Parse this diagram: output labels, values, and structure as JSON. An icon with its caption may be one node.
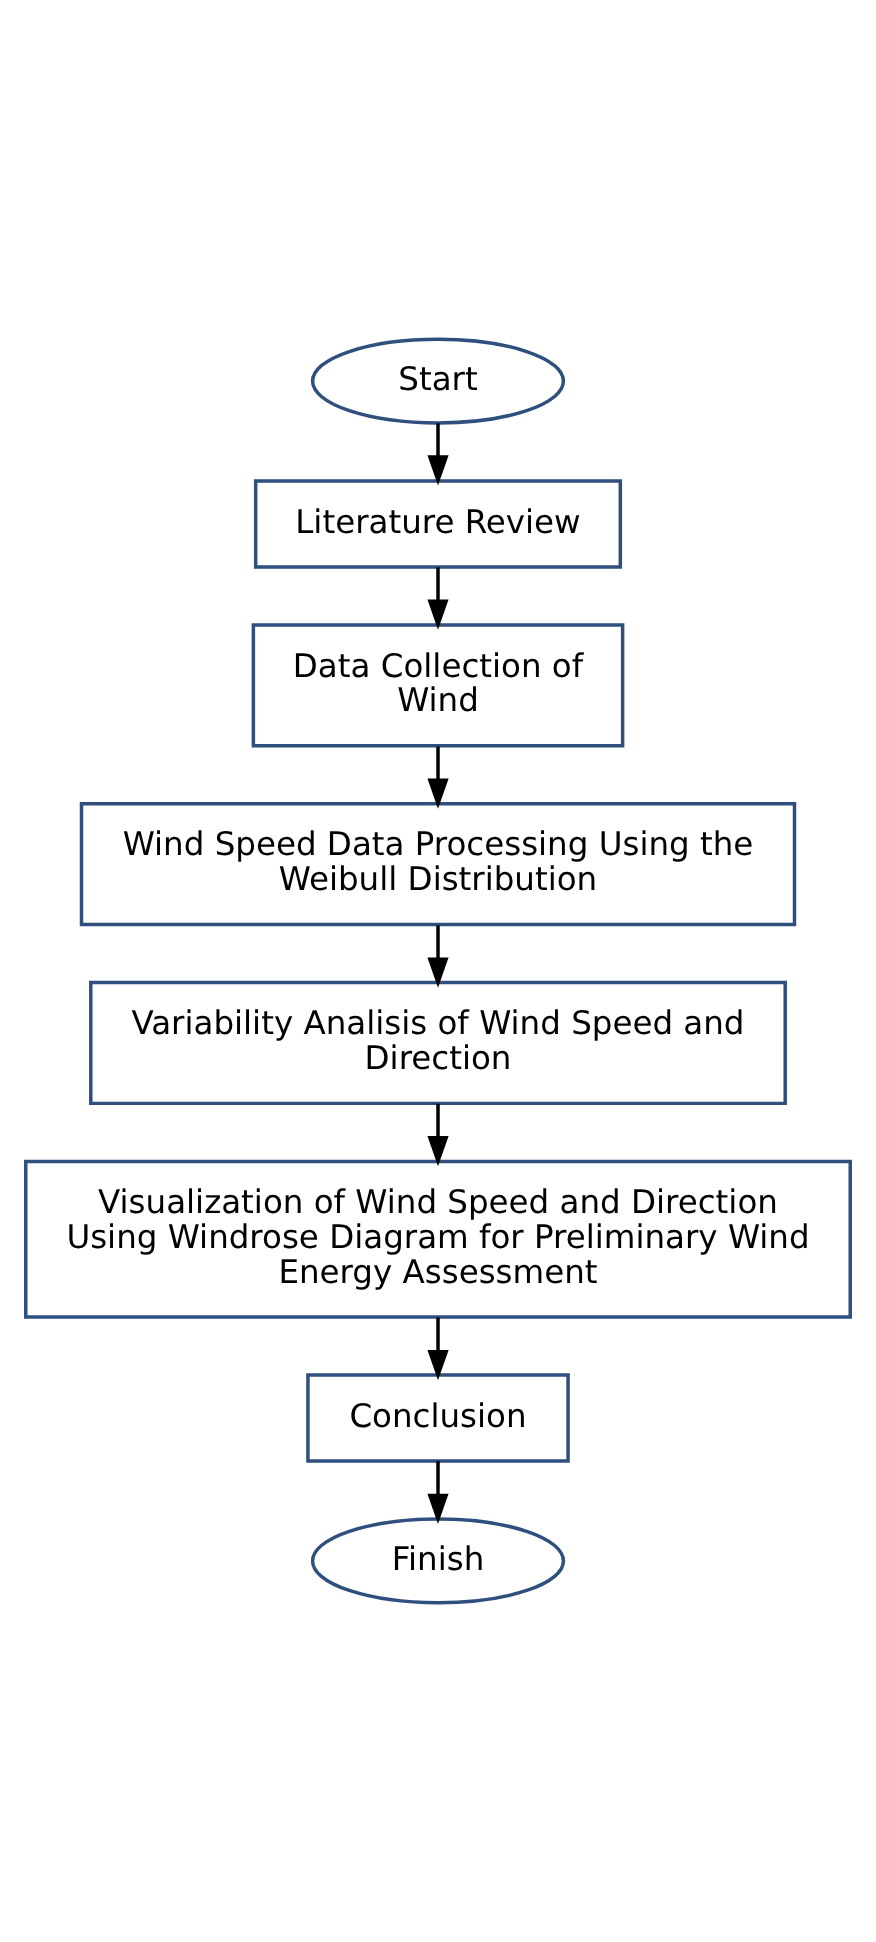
{
  "diagram": {
    "nodes": [
      {
        "text": [
          "Start"
        ]
      },
      {
        "text": [
          "Literature Review"
        ]
      },
      {
        "text": [
          "Data Collection of Wind"
        ]
      },
      {
        "text": [
          "Wind Speed Data Processing Using the Weibull Distribution"
        ]
      },
      {
        "text": [
          "Variability Analisis of Wind Speed and Direction"
        ]
      },
      {
        "text": [
          "Visualization of Wind Speed and Direction Using Windrose Diagram for Preliminary Wind Energy Assessment"
        ]
      },
      {
        "text": [
          "Conclusion"
        ]
      },
      {
        "text": [
          "Finish"
        ]
      }
    ],
    "edges": [
      {
        "from": 0,
        "to": 1,
        "arrow": "to"
      },
      {
        "from": 1,
        "to": 2,
        "arrow": "to"
      },
      {
        "from": 2,
        "to": 3,
        "arrow": "to"
      },
      {
        "from": 3,
        "to": 4,
        "arrow": "to"
      },
      {
        "from": 4,
        "to": 5,
        "arrow": "to"
      },
      {
        "from": 5,
        "to": 6,
        "arrow": "to"
      },
      {
        "from": 6,
        "to": 7,
        "arrow": "to"
      }
    ]
  }
}
